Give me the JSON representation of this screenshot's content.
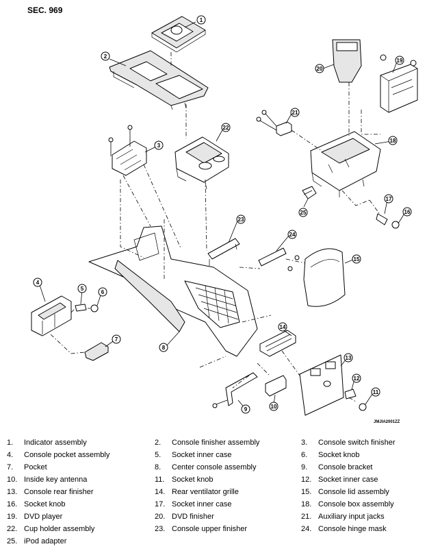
{
  "header": {
    "section": "SEC. 969"
  },
  "figure_code": "JMJIA2001ZZ",
  "callouts": [
    "1",
    "2",
    "3",
    "4",
    "5",
    "6",
    "7",
    "8",
    "9",
    "10",
    "11",
    "12",
    "13",
    "14",
    "15",
    "16",
    "17",
    "18",
    "19",
    "20",
    "21",
    "22",
    "23",
    "24",
    "25"
  ],
  "legend": [
    {
      "num": "1.",
      "label": "Indicator assembly"
    },
    {
      "num": "2.",
      "label": "Console finisher assembly"
    },
    {
      "num": "3.",
      "label": "Console switch finisher"
    },
    {
      "num": "4.",
      "label": "Console pocket assembly"
    },
    {
      "num": "5.",
      "label": "Socket inner case"
    },
    {
      "num": "6.",
      "label": "Socket knob"
    },
    {
      "num": "7.",
      "label": "Pocket"
    },
    {
      "num": "8.",
      "label": "Center console assembly"
    },
    {
      "num": "9.",
      "label": "Console bracket"
    },
    {
      "num": "10.",
      "label": "Inside key antenna"
    },
    {
      "num": "11.",
      "label": "Socket knob"
    },
    {
      "num": "12.",
      "label": "Socket inner case"
    },
    {
      "num": "13.",
      "label": "Console rear finisher"
    },
    {
      "num": "14.",
      "label": "Rear ventilator grille"
    },
    {
      "num": "15.",
      "label": "Console lid assembly"
    },
    {
      "num": "16.",
      "label": "Socket knob"
    },
    {
      "num": "17.",
      "label": "Socket inner case"
    },
    {
      "num": "18.",
      "label": "Console box assembly"
    },
    {
      "num": "19.",
      "label": "DVD player"
    },
    {
      "num": "20.",
      "label": "DVD finisher"
    },
    {
      "num": "21.",
      "label": "Auxiliary input jacks"
    },
    {
      "num": "22.",
      "label": "Cup holder assembly"
    },
    {
      "num": "23.",
      "label": "Console upper finisher"
    },
    {
      "num": "24.",
      "label": "Console hinge mask"
    },
    {
      "num": "25.",
      "label": "iPod adapter"
    }
  ]
}
